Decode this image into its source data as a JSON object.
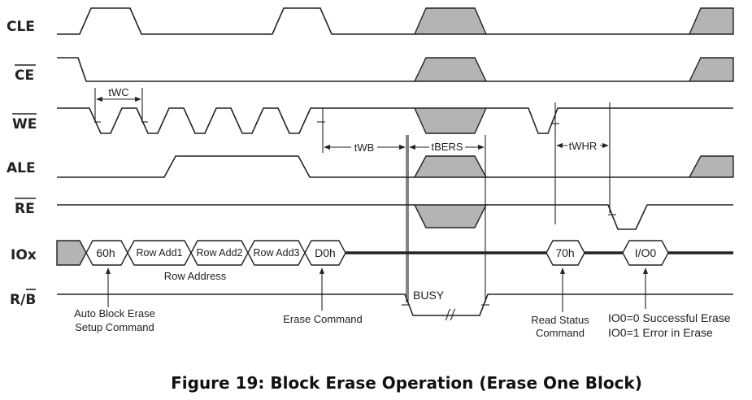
{
  "diagram": {
    "signals": {
      "cle": "CLE",
      "ce": "CE",
      "we": "WE",
      "ale": "ALE",
      "re": "RE",
      "iox": "IOx",
      "rb_r": "R/",
      "rb_b": "B"
    },
    "bus": {
      "cmd_60h": "60h",
      "row_add1": "Row Add1",
      "row_add2": "Row Add2",
      "row_add3": "Row Add3",
      "cmd_d0h": "D0h",
      "cmd_70h": "70h",
      "io": "I/O0"
    },
    "timing": {
      "twc": "tWC",
      "twb": "tWB",
      "tbers": "tBERS",
      "twhr": "tWHR"
    },
    "annotations": {
      "row_address": "Row Address",
      "busy": "BUSY",
      "setup_line1": "Auto Block Erase",
      "setup_line2": "Setup Command",
      "erase_command": "Erase Command",
      "read_status_line1": "Read Status",
      "read_status_line2": "Command",
      "io0_success": "IO0=0 Successful Erase",
      "io0_error": "IO0=1 Error in Erase"
    },
    "caption": "Figure 19: Block Erase Operation (Erase One Block)"
  }
}
